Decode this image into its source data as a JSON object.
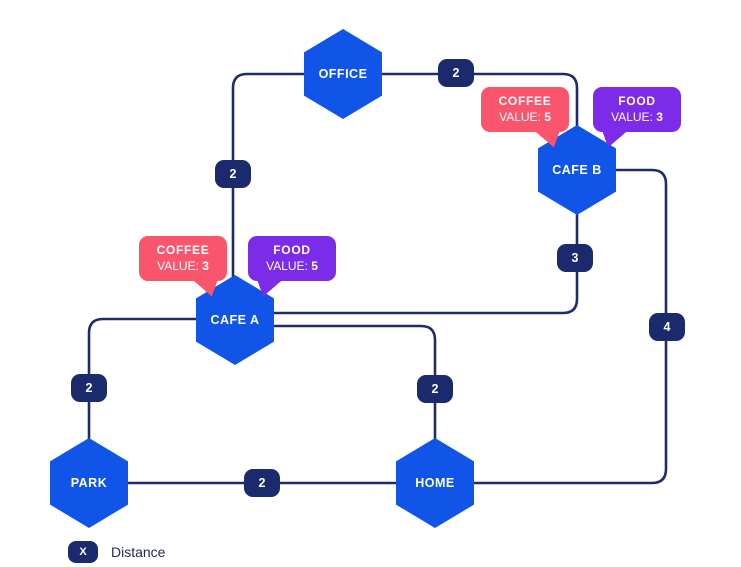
{
  "legend": {
    "symbol": "X",
    "label": "Distance"
  },
  "colors": {
    "node_blue": "#1155E8",
    "label_navy": "#1A2A6C",
    "line_navy": "#1F2B6E",
    "coffee_red": "#F9566E",
    "food_purple": "#7C2BE8",
    "legend_text": "#232B54"
  },
  "nodes": [
    {
      "id": "office",
      "label": "OFFICE"
    },
    {
      "id": "cafe-b",
      "label": "CAFE B"
    },
    {
      "id": "cafe-a",
      "label": "CAFE A"
    },
    {
      "id": "park",
      "label": "PARK"
    },
    {
      "id": "home",
      "label": "HOME"
    }
  ],
  "edges": [
    {
      "from": "OFFICE",
      "to": "CAFE A",
      "distance": "2"
    },
    {
      "from": "OFFICE",
      "to": "CAFE B",
      "distance": "2"
    },
    {
      "from": "CAFE B",
      "to": "CAFE A",
      "distance": "3"
    },
    {
      "from": "CAFE B",
      "to": "HOME",
      "distance": "4"
    },
    {
      "from": "CAFE A",
      "to": "PARK",
      "distance": "2"
    },
    {
      "from": "CAFE A",
      "to": "HOME",
      "distance": "2"
    },
    {
      "from": "PARK",
      "to": "HOME",
      "distance": "2"
    }
  ],
  "badges": [
    {
      "node": "CAFE B",
      "type": "coffee",
      "title": "COFFEE",
      "value_label": "VALUE:",
      "value": "5"
    },
    {
      "node": "CAFE B",
      "type": "food",
      "title": "FOOD",
      "value_label": "VALUE:",
      "value": "3"
    },
    {
      "node": "CAFE A",
      "type": "coffee",
      "title": "COFFEE",
      "value_label": "VALUE:",
      "value": "3"
    },
    {
      "node": "CAFE A",
      "type": "food",
      "title": "FOOD",
      "value_label": "VALUE:",
      "value": "5"
    }
  ]
}
